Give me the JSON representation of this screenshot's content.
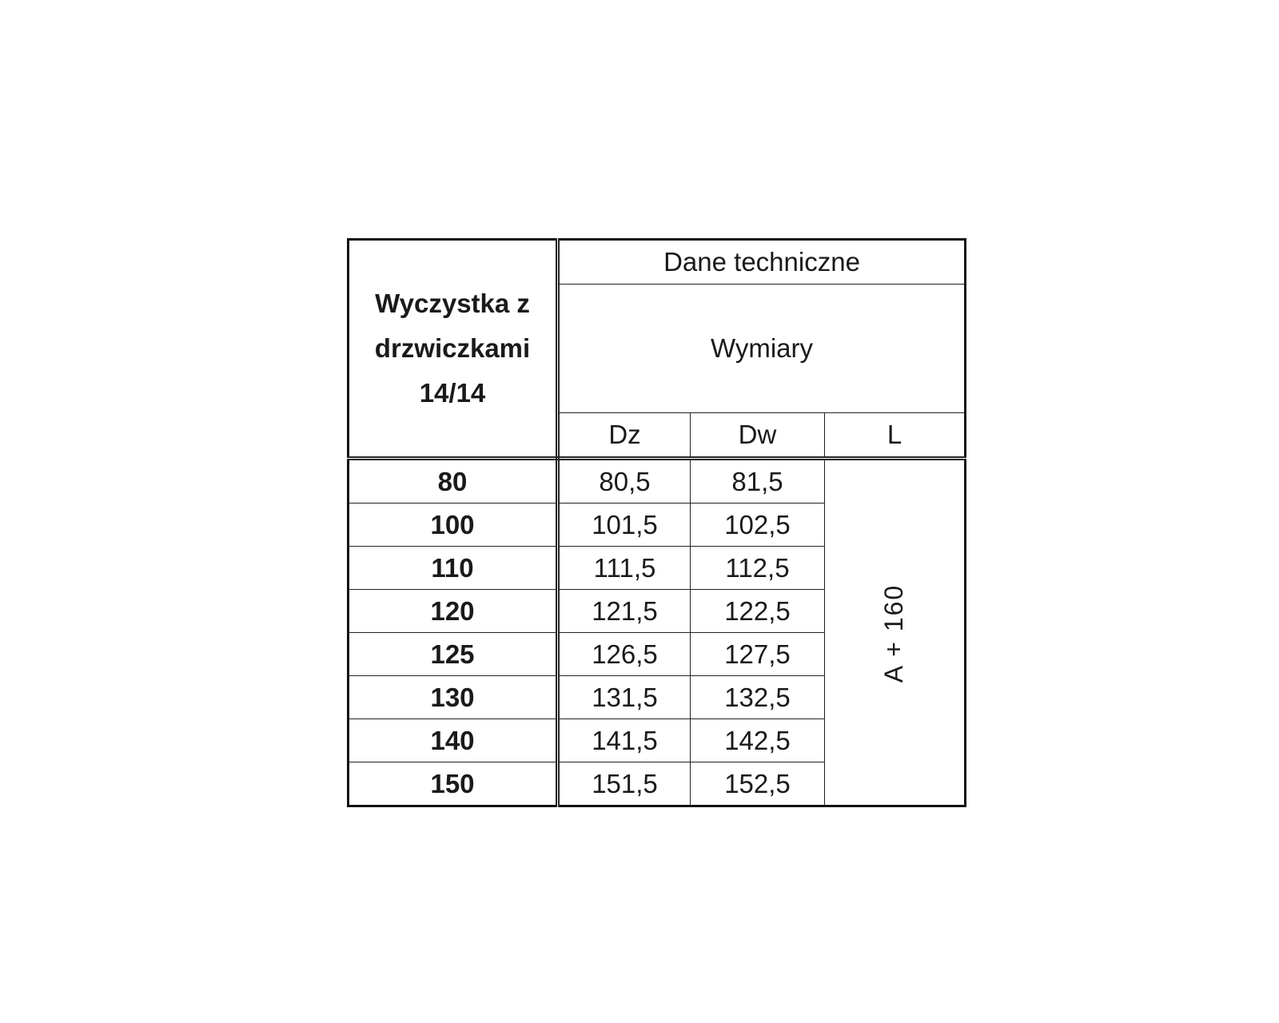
{
  "table": {
    "name_header_lines": [
      "Wyczystka z",
      "drzwiczkami",
      "14/14"
    ],
    "group_header": "Dane techniczne",
    "sub_group_header": "Wymiary",
    "column_headers": [
      "Dz",
      "Dw",
      "L"
    ],
    "rows": [
      {
        "size": "80",
        "dz": "80,5",
        "dw": "81,5"
      },
      {
        "size": "100",
        "dz": "101,5",
        "dw": "102,5"
      },
      {
        "size": "110",
        "dz": "111,5",
        "dw": "112,5"
      },
      {
        "size": "120",
        "dz": "121,5",
        "dw": "122,5"
      },
      {
        "size": "125",
        "dz": "126,5",
        "dw": "127,5"
      },
      {
        "size": "130",
        "dz": "131,5",
        "dw": "132,5"
      },
      {
        "size": "140",
        "dz": "141,5",
        "dw": "142,5"
      },
      {
        "size": "150",
        "dz": "151,5",
        "dw": "152,5"
      }
    ],
    "l_value": "A + 160"
  }
}
